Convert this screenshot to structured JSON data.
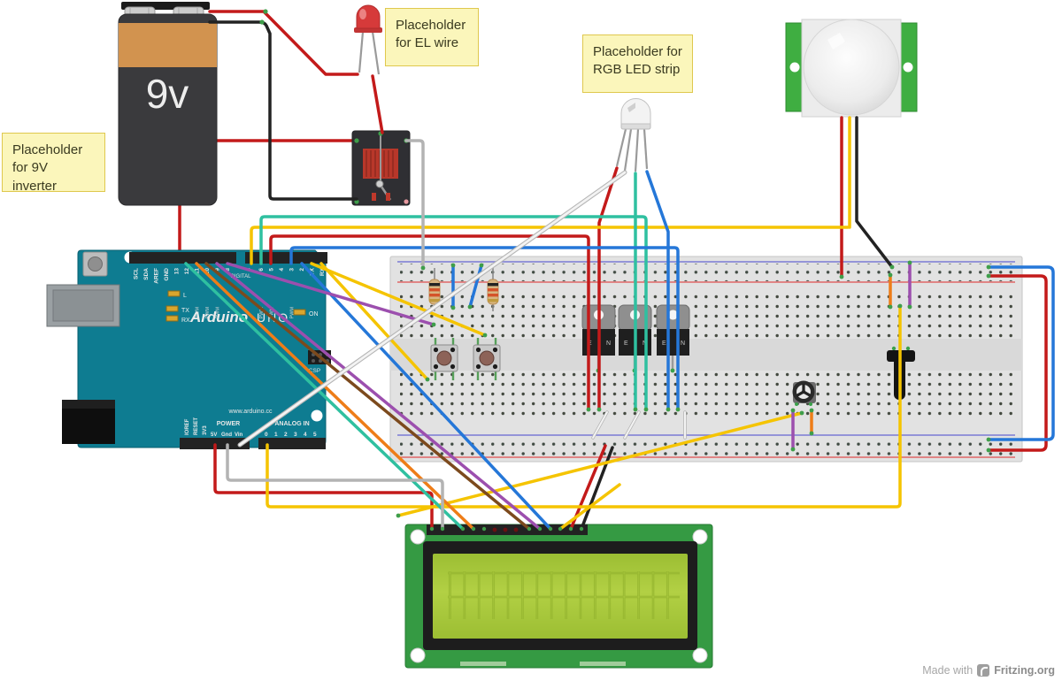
{
  "notes": {
    "inverter": {
      "line1": "Placeholder",
      "line2": "for 9V inverter"
    },
    "el_wire": {
      "line1": "Placeholder",
      "line2": "for EL wire"
    },
    "rgb_strip": {
      "line1": "Placeholder for",
      "line2": "RGB LED strip"
    }
  },
  "battery": {
    "label": "9v"
  },
  "arduino": {
    "brand": "Arduino",
    "model": "UNO",
    "website": "www.arduino.cc",
    "digital_label": "DIGITAL",
    "pwm_label": "PWM",
    "power_label": "POWER",
    "analog_label": "ANALOG IN",
    "icsp_label": "ICSP",
    "led_l": "L",
    "led_tx": "TX",
    "led_rx": "RX",
    "led_on": "ON",
    "top_pins": [
      "SCL",
      "SDA",
      "AREF",
      "GND",
      "13",
      "12",
      "11",
      "10",
      "9",
      "8",
      "7",
      "6",
      "5",
      "4",
      "3",
      "2",
      "TX",
      "RX"
    ],
    "power_pins": [
      "IOREF",
      "RESET",
      "3V3",
      "5V",
      "Gnd",
      "Vin"
    ],
    "analog_pins": [
      "0",
      "1",
      "2",
      "3",
      "4",
      "5"
    ]
  },
  "transistor": {
    "mark_left": "E",
    "mark_right": "N"
  },
  "watermark": {
    "prefix": "Made with",
    "brand": "Fritzing.org"
  },
  "colors": {
    "wire_red": "#c31a1a",
    "wire_black": "#222222",
    "wire_yellow": "#f5c400",
    "wire_teal": "#2fc0a0",
    "wire_blue": "#2577d8",
    "wire_purple": "#9c4fae",
    "wire_orange": "#ee7d18",
    "wire_brown": "#7c4a1d",
    "wire_gray": "#b3b3b3",
    "wire_white": "#f3f3f3",
    "wire_white_edge": "#b5b5b5",
    "tip_green": "#3f9e4a",
    "board_teal": "#0e7c91",
    "breadboard_body": "#e2e2e2",
    "rail_blue": "#7b7bd4",
    "rail_red": "#e06666",
    "battery_band": "#d2934f",
    "battery_body": "#3a3a3d",
    "lcd_green": "#359a43",
    "lcd_screen": "#a8c83c",
    "pir_green": "#3fae41",
    "note_bg": "#fbf6bb",
    "note_border": "#dfc84e",
    "led_red": "#d63a3a",
    "relay_coil": "#b8372a"
  }
}
